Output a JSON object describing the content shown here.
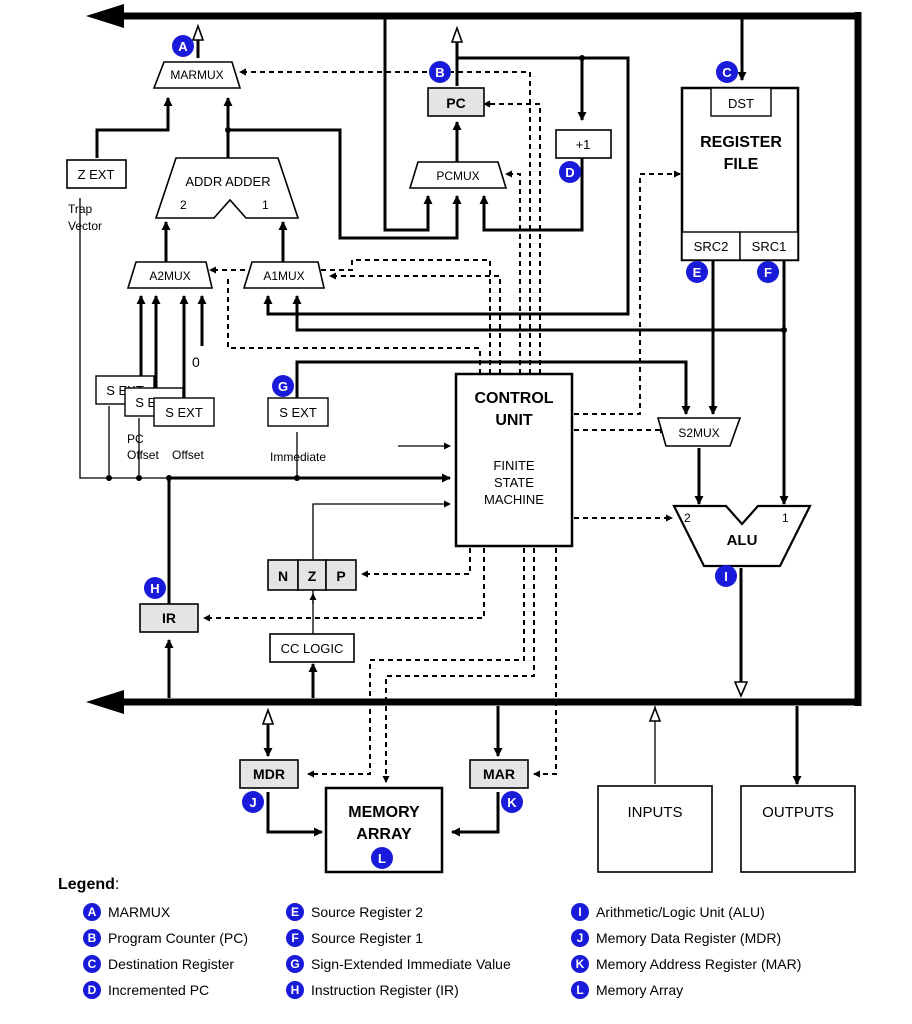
{
  "colors": {
    "bubble": "#1a1adb",
    "register_fill": "#e4e4e4",
    "line": "#000000"
  },
  "blocks": {
    "marmux": "MARMUX",
    "pc": "PC",
    "plus1": "+1",
    "pcmux": "PCMUX",
    "zext": "Z EXT",
    "trap_vector_1": "Trap",
    "trap_vector_2": "Vector",
    "addr_adder": "ADDR ADDER",
    "addr_adder_in2": "2",
    "addr_adder_in1": "1",
    "a2mux": "A2MUX",
    "a1mux": "A1MUX",
    "zero": "0",
    "sext": "S EXT",
    "pc_offset_1": "PC",
    "pc_offset_2": "Offset",
    "offset": "Offset",
    "immediate": "Immediate",
    "dst": "DST",
    "register_file_1": "REGISTER",
    "register_file_2": "FILE",
    "src2": "SRC2",
    "src1": "SRC1",
    "control_unit_1": "CONTROL",
    "control_unit_2": "UNIT",
    "fsm_1": "FINITE",
    "fsm_2": "STATE",
    "fsm_3": "MACHINE",
    "s2mux": "S2MUX",
    "alu": "ALU",
    "alu_in2": "2",
    "alu_in1": "1",
    "n": "N",
    "z": "Z",
    "p": "P",
    "ir": "IR",
    "cc_logic": "CC LOGIC",
    "mdr": "MDR",
    "mar": "MAR",
    "memory_array_1": "MEMORY",
    "memory_array_2": "ARRAY",
    "inputs": "INPUTS",
    "outputs": "OUTPUTS"
  },
  "bubbles": {
    "a": "A",
    "b": "B",
    "c": "C",
    "d": "D",
    "e": "E",
    "f": "F",
    "g": "G",
    "h": "H",
    "i": "I",
    "j": "J",
    "k": "K",
    "l": "L"
  },
  "legend": {
    "title": "Legend",
    "colon": ":",
    "items": [
      {
        "letter": "A",
        "label": "MARMUX"
      },
      {
        "letter": "B",
        "label": "Program Counter (PC)"
      },
      {
        "letter": "C",
        "label": "Destination Register"
      },
      {
        "letter": "D",
        "label": "Incremented PC"
      },
      {
        "letter": "E",
        "label": "Source Register 2"
      },
      {
        "letter": "F",
        "label": "Source Register 1"
      },
      {
        "letter": "G",
        "label": "Sign-Extended Immediate Value"
      },
      {
        "letter": "H",
        "label": "Instruction Register (IR)"
      },
      {
        "letter": "I",
        "label": "Arithmetic/Logic Unit (ALU)"
      },
      {
        "letter": "J",
        "label": "Memory Data Register (MDR)"
      },
      {
        "letter": "K",
        "label": "Memory Address Register (MAR)"
      },
      {
        "letter": "L",
        "label": "Memory Array"
      }
    ]
  }
}
